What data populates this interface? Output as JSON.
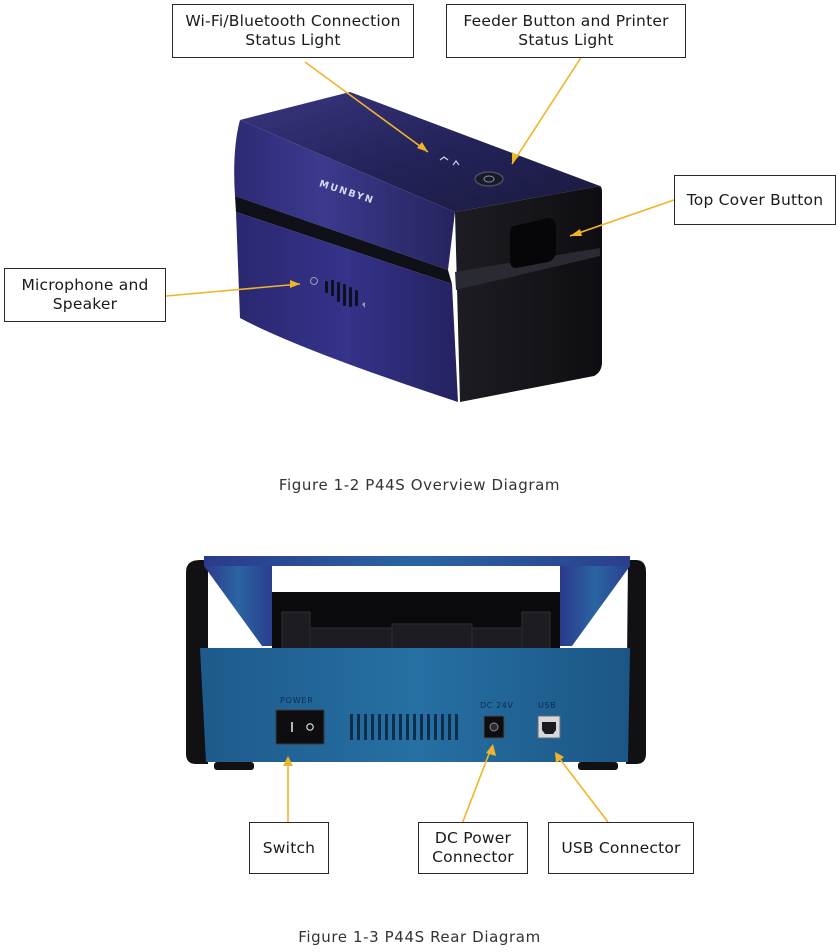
{
  "figure_overview": {
    "caption": "Figure 1-2  P44S Overview Diagram",
    "brand_label": "MUNBYN",
    "callouts": {
      "wifi": "Wi-Fi/Bluetooth Connection\nStatus Light",
      "feeder": "Feeder Button and Printer\nStatus Light",
      "top_cover": "Top Cover Button",
      "microphone": "Microphone and\nSpeaker"
    }
  },
  "figure_rear": {
    "caption": "Figure 1-3  P44S Rear Diagram",
    "panel_labels": {
      "power": "POWER",
      "dc": "DC 24V",
      "usb": "USB"
    },
    "callouts": {
      "switch": "Switch",
      "dc_power": "DC Power\nConnector",
      "usb_connector": "USB Connector"
    }
  },
  "colors": {
    "body_purple": "#2b2a6e",
    "body_blue": "#1f5f8f",
    "leader_line": "#f0b429"
  }
}
